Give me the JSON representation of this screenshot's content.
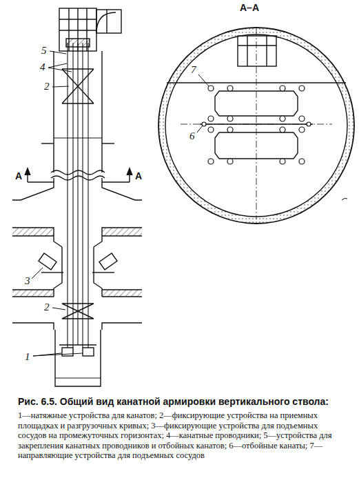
{
  "diagram": {
    "caption": "Рис. 6.5. Общий вид канатной армировки вертикального ствола:",
    "labels": [
      "А–А",
      "А",
      "А",
      "5",
      "4",
      "2",
      "3",
      "2",
      "1",
      "7",
      "6",
      "1—натяжные устройства для канатов; 2—фиксирующие устройства на приемных площадках и разгрузочных кривых; 3—фиксирующие устройства для подъемных сосудов на промежуточных горизонтах; 4—канатные проводники; 5—устройства для закрепления канатных проводников и отбойных канатов; 6—отбойные канаты; 7—направляющие устройства для подъемных сосудов"
    ]
  }
}
